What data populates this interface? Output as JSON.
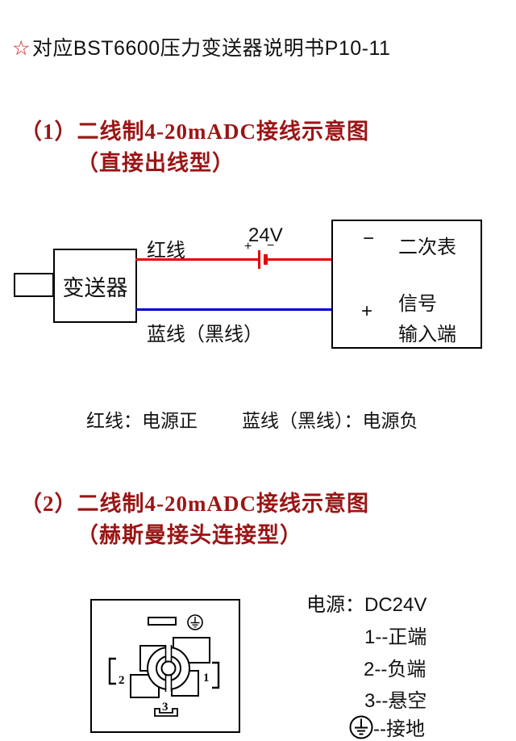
{
  "page": {
    "background": "#ffffff",
    "heading_red": "#9b1515",
    "wire_red": "#e60000",
    "wire_blue": "#0000cc"
  },
  "header": {
    "star": "☆",
    "title": "对应BST6600压力变送器说明书P10-11"
  },
  "section1": {
    "heading1": "（1）二线制4-20mADC接线示意图",
    "heading2": "（直接出线型）",
    "diagram": {
      "transmitter_label": "变送器",
      "red_wire_label": "红线",
      "blue_wire_label": "蓝线（黑线）",
      "battery_voltage": "24V",
      "battery_plus": "+",
      "battery_minus": "−",
      "meter_minus": "−",
      "meter_label": "二次表",
      "meter_plus": "+",
      "signal_line1": "信号",
      "signal_line2": "输入端"
    },
    "note_red": "红线：电源正",
    "note_blue": "蓝线（黑线）：电源负"
  },
  "section2": {
    "heading1": "（2）二线制4-20mADC接线示意图",
    "heading2": "（赫斯曼接头连接型）",
    "connector": {
      "pin1": "1",
      "pin2": "2",
      "pin3": "3"
    },
    "legend": {
      "power": "电源：DC24V",
      "item1": "1--正端",
      "item2": "2--负端",
      "item3": "3--悬空",
      "ground_suffix": "--接地"
    }
  }
}
